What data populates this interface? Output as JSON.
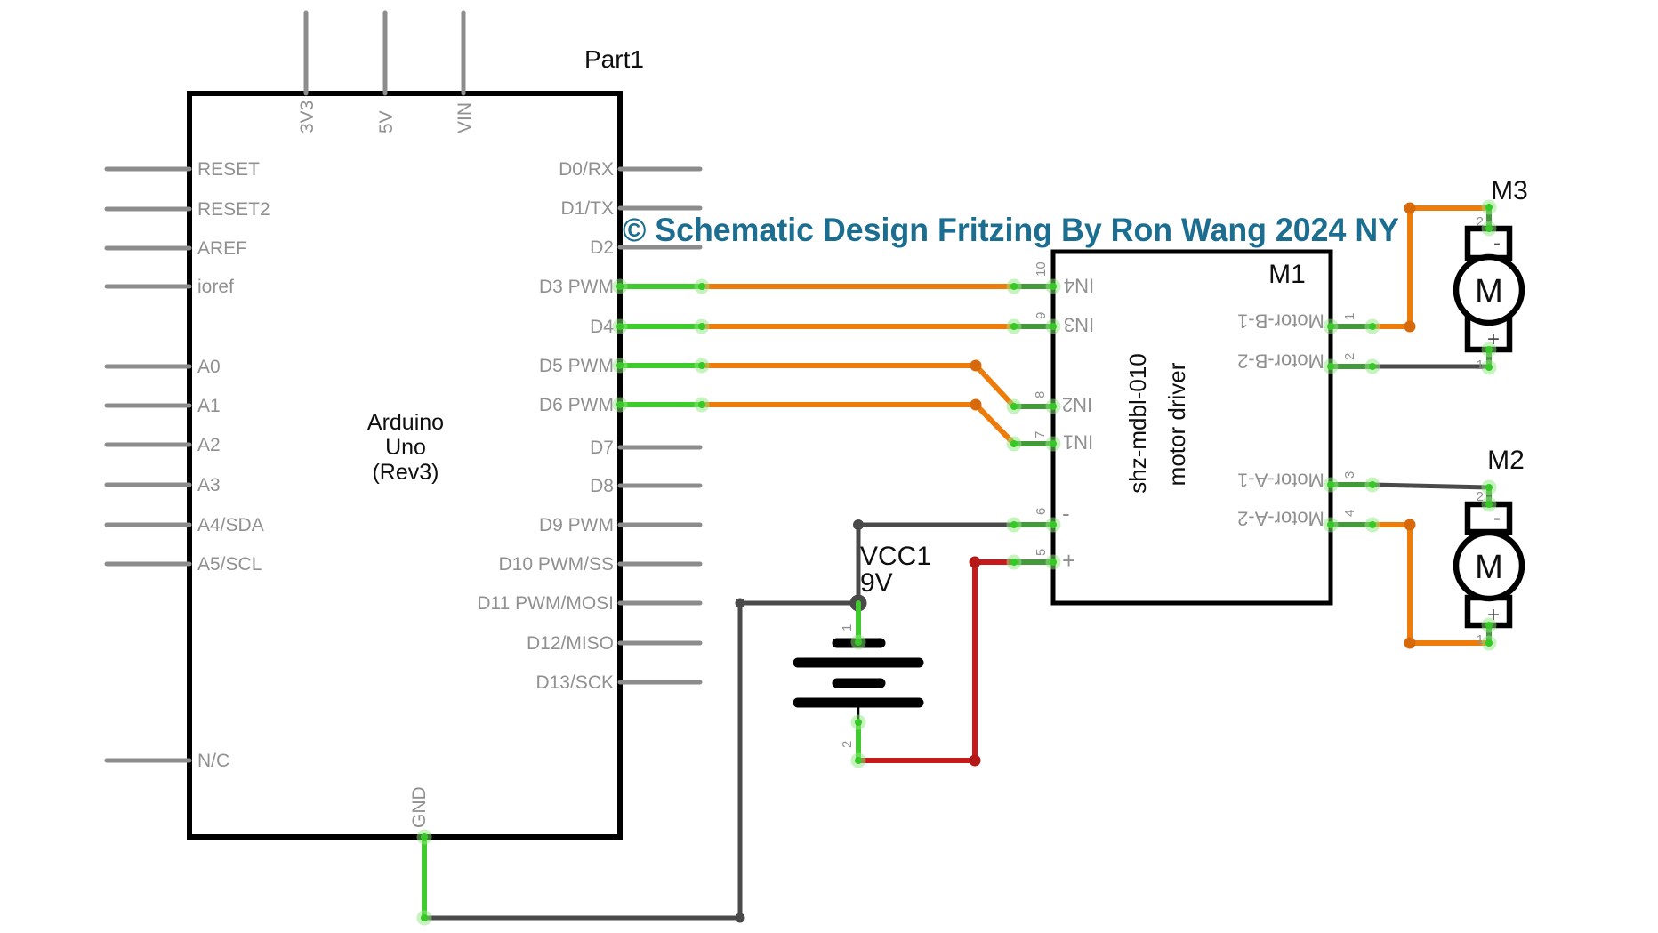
{
  "colors": {
    "title_teal": "#1b6e90",
    "orange": "#ee7c0b",
    "orange_dot": "#d8690a",
    "dark_wire": "#4a4a4a",
    "red_wire": "#c81a1a",
    "red_dot": "#b51616",
    "stub_gray": "#8c8c8c",
    "green_bright": "#3ecc2d",
    "green_dark": "#449a3b",
    "green_glow": "#90e87f",
    "green_core": "#35c926",
    "label_gray": "#909090",
    "text_black": "#0f0f0f"
  },
  "header": {
    "copyright": "© Schematic Design Fritzing By Ron Wang 2024 NY"
  },
  "arduino": {
    "ref": "Part1",
    "name_line1": "Arduino",
    "name_line2": "Uno",
    "name_line3": "(Rev3)",
    "top_pins": [
      "3V3",
      "5V",
      "VIN"
    ],
    "left_pins": [
      "RESET",
      "RESET2",
      "AREF",
      "ioref",
      "A0",
      "A1",
      "A2",
      "A3",
      "A4/SDA",
      "A5/SCL",
      "N/C"
    ],
    "right_pins": [
      "D0/RX",
      "D1/TX",
      "D2",
      "D3 PWM",
      "D4",
      "D5 PWM",
      "D6 PWM",
      "D7",
      "D8",
      "D9 PWM",
      "D10 PWM/SS",
      "D11 PWM/MOSI",
      "D12/MISO",
      "D13/SCK"
    ],
    "bottom_pin": "GND"
  },
  "motor_driver": {
    "ref": "M1",
    "part_line1": "shz-mdbl-010",
    "part_line2": "motor driver",
    "pins": {
      "in4": {
        "num": "10",
        "label": "IN4"
      },
      "in3": {
        "num": "9",
        "label": "IN3"
      },
      "in2": {
        "num": "8",
        "label": "IN2"
      },
      "in1": {
        "num": "7",
        "label": "IN1"
      },
      "minus": {
        "num": "6",
        "label": "-"
      },
      "plus": {
        "num": "5",
        "label": "+"
      },
      "motor_b1": {
        "num": "1",
        "label": "Motor-B-1"
      },
      "motor_b2": {
        "num": "2",
        "label": "Motor-B-2"
      },
      "motor_a1": {
        "num": "3",
        "label": "Motor-A-1"
      },
      "motor_a2": {
        "num": "4",
        "label": "Motor-A-2"
      }
    }
  },
  "battery": {
    "ref": "VCC1",
    "voltage": "9V",
    "pin_top": "1",
    "pin_bottom": "2"
  },
  "motor_m3": {
    "ref": "M3",
    "terminal_minus": "-",
    "terminal_plus": "+",
    "symbol": "M",
    "pin_top": "2",
    "pin_bottom": "1"
  },
  "motor_m2": {
    "ref": "M2",
    "terminal_minus": "-",
    "terminal_plus": "+",
    "symbol": "M",
    "pin_top": "2",
    "pin_bottom": "1"
  }
}
